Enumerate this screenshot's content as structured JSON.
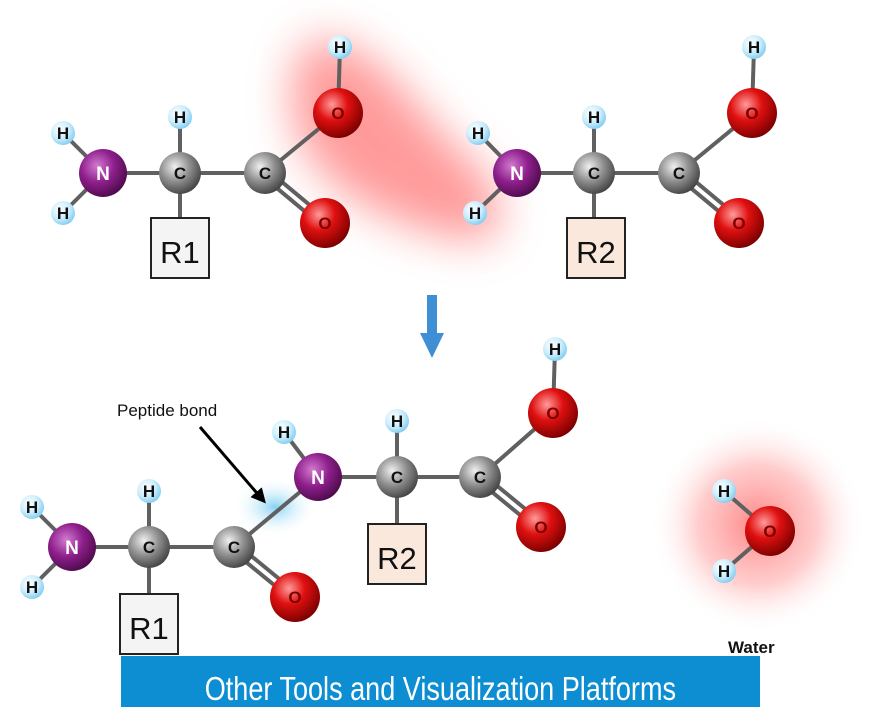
{
  "atoms": {
    "h": "H",
    "n": "N",
    "c": "C",
    "o": "O"
  },
  "sidechains": {
    "r1": "R1",
    "r2": "R2"
  },
  "annotations": {
    "peptide_bond": "Peptide bond",
    "water": "Water"
  },
  "banner": {
    "text": "Other Tools and Visualization Platforms"
  },
  "colors": {
    "hydrogen": "#bfe8fa",
    "nitrogen": "#8b1d8a",
    "carbon": "#8a8a8a",
    "oxygen": "#d10a0a",
    "bond": "#606060",
    "arrow": "#3f8fd4",
    "glow_red": "#ff6f6f",
    "glow_blue": "#8fd6f5",
    "r1_fill": "#f4f4f4",
    "r2_fill": "#fbe8dc",
    "banner": "#0d8ed2"
  }
}
